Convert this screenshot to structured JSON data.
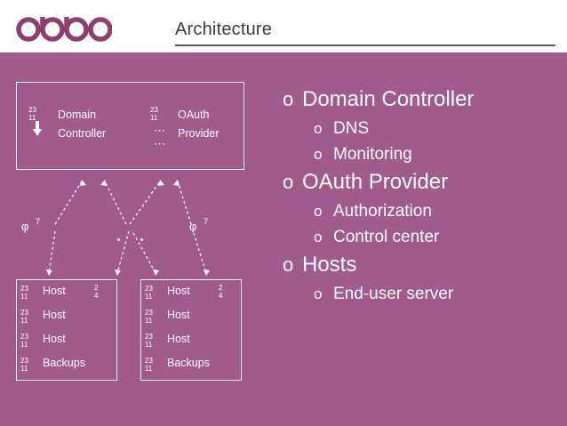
{
  "slide": {
    "title": "Architecture",
    "logo_alt": "odoo-logo",
    "background_color": "#a05b8b",
    "header_background": "#ffffff",
    "text_color": "#ffffff"
  },
  "diagram": {
    "nodes": [
      {
        "id": "domain-controller",
        "label_line1": "Domain",
        "label_line2": "Controller",
        "badge": "23 11"
      },
      {
        "id": "oauth-provider",
        "label_line1": "OAuth",
        "label_line2": "Provider",
        "badge": "23 11",
        "ellipsis": "…"
      }
    ],
    "host_groups": [
      {
        "id": "host-group-left",
        "corner_badge": "2 4",
        "rows": [
          {
            "badge": "23 11",
            "label": "Host"
          },
          {
            "badge": "23 11",
            "label": "Host"
          },
          {
            "badge": "23 11",
            "label": "Host"
          },
          {
            "badge": "23 11",
            "label": "Backups"
          }
        ]
      },
      {
        "id": "host-group-right",
        "corner_badge": "2 4",
        "rows": [
          {
            "badge": "23 11",
            "label": "Host"
          },
          {
            "badge": "23 11",
            "label": "Host"
          },
          {
            "badge": "23 11",
            "label": "Host"
          },
          {
            "badge": "23 11",
            "label": "Backups"
          }
        ]
      }
    ],
    "connectors": [
      {
        "id": "phi-left",
        "glyph": "φ",
        "sup": "7"
      },
      {
        "id": "phi-right",
        "glyph": "φ",
        "sup": "7"
      }
    ]
  },
  "outline": [
    {
      "level": 1,
      "marker": "o",
      "text": "Domain Controller"
    },
    {
      "level": 2,
      "marker": "o",
      "text": "DNS"
    },
    {
      "level": 2,
      "marker": "o",
      "text": "Monitoring"
    },
    {
      "level": 1,
      "marker": "o",
      "text": "OAuth Provider"
    },
    {
      "level": 2,
      "marker": "o",
      "text": "Authorization"
    },
    {
      "level": 2,
      "marker": "o",
      "text": "Control center"
    },
    {
      "level": 1,
      "marker": "o",
      "text": "Hosts"
    },
    {
      "level": 2,
      "marker": "o",
      "text": "End-user server"
    }
  ]
}
